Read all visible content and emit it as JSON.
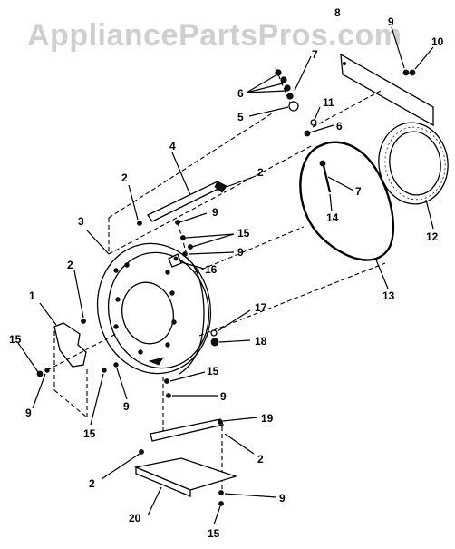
{
  "watermark": "AppliancePartsPros.com",
  "callouts": {
    "c1": "1",
    "c2a": "2",
    "c2b": "2",
    "c2c": "2",
    "c2d": "2",
    "c2e": "2",
    "c3": "3",
    "c4": "4",
    "c5": "5",
    "c6a": "6",
    "c6b": "6",
    "c7a": "7",
    "c7b": "7",
    "c8": "8",
    "c9a": "9",
    "c9b": "9",
    "c9c": "9",
    "c9d": "9",
    "c9e": "9",
    "c9f": "9",
    "c9g": "9",
    "c10": "10",
    "c11": "11",
    "c12": "12",
    "c13": "13",
    "c14": "14",
    "c15a": "15",
    "c15b": "15",
    "c15c": "15",
    "c15d": "15",
    "c15e": "15",
    "c16": "16",
    "c17": "17",
    "c18": "18",
    "c19": "19",
    "c20": "20"
  }
}
